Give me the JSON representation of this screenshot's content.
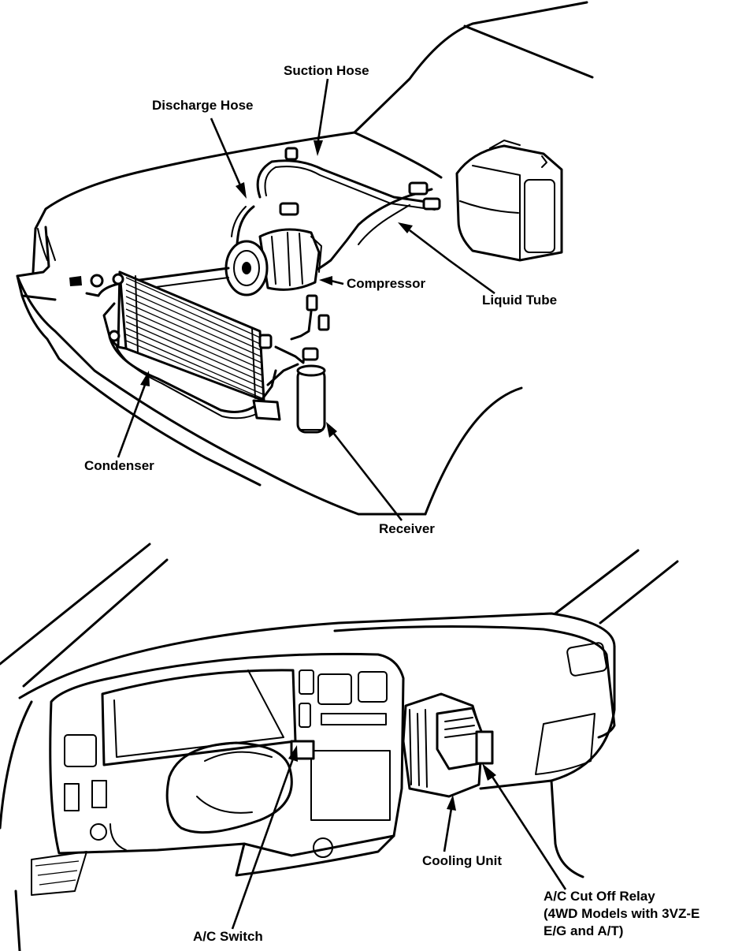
{
  "labels": {
    "suction_hose": "Suction Hose",
    "discharge_hose": "Discharge Hose",
    "compressor": "Compressor",
    "liquid_tube": "Liquid Tube",
    "condenser": "Condenser",
    "receiver": "Receiver",
    "cooling_unit": "Cooling Unit",
    "ac_cut_off_relay": "A/C Cut Off Relay",
    "ac_cut_off_relay_note_1": "(4WD Models with 3VZ-E",
    "ac_cut_off_relay_note_2": "E/G and A/T)",
    "ac_switch": "A/C Switch"
  }
}
